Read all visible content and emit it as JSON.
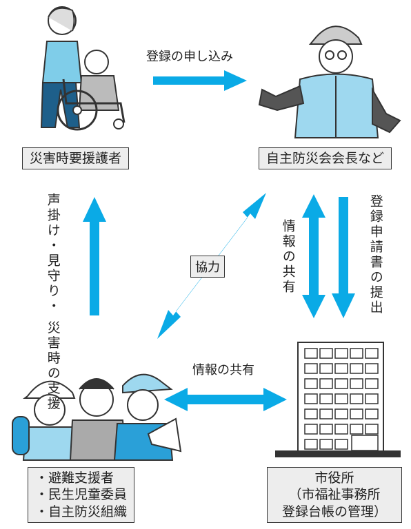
{
  "nodes": {
    "person_in_need": "災害時要援護者",
    "community_leader": "自主防災会会長など",
    "city_office": [
      "市役所",
      "（市福祉事務所",
      "登録台帳の管理）"
    ],
    "supporters": [
      "・避難支援者",
      "・民生児童委員",
      "・自主防災組織"
    ]
  },
  "arrows": {
    "registration_request": "登録の申し込み",
    "support_actions": [
      "声掛け・見守り・",
      "災害時の支援"
    ],
    "info_share_vertical": "情報の共有",
    "registration_submit": "登録申請書の提出",
    "cooperation": "協力",
    "info_share_horizontal": "情報の共有"
  },
  "colors": {
    "arrow": "#0aaae6",
    "box_bg": "#ededed",
    "building": "#333333"
  }
}
